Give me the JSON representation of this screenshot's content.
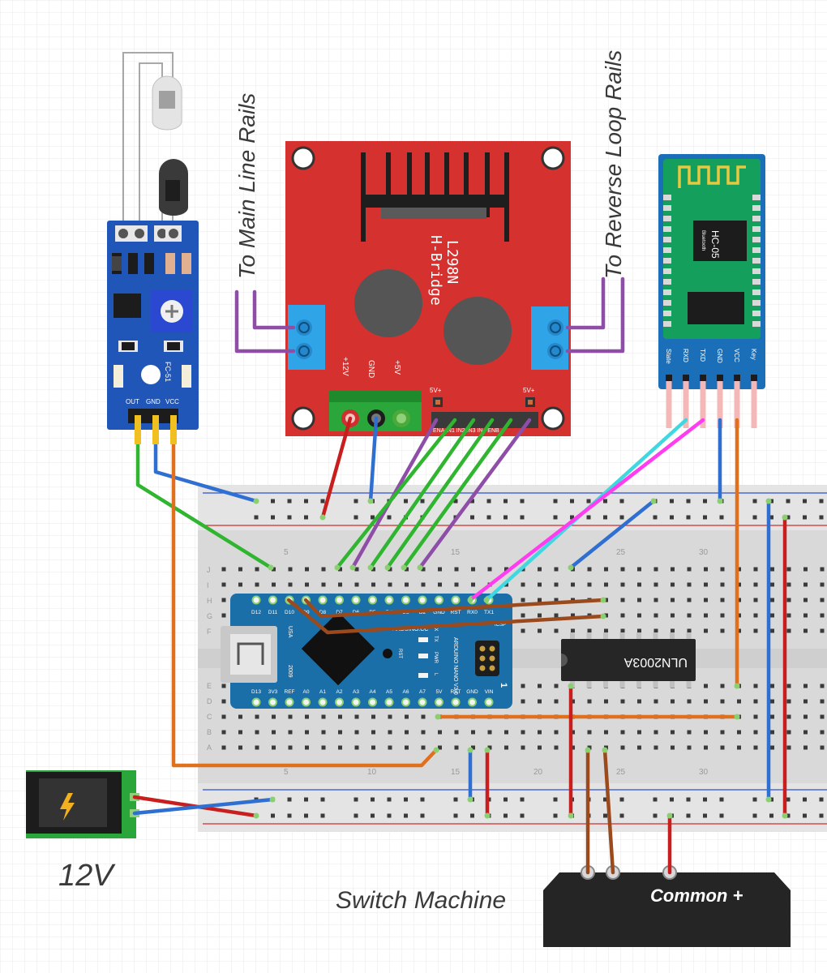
{
  "labels": {
    "main_line_rails": "To Main Line Rails",
    "reverse_loop_rails": "To Reverse Loop Rails",
    "power_supply": "12V",
    "switch_machine": "Switch Machine",
    "common_plus": "Common +"
  },
  "ir_sensor": {
    "model": "FC-51",
    "pin_out": "OUT",
    "pin_gnd": "GND",
    "pin_vcc": "VCC"
  },
  "hbridge": {
    "chip": "L298N",
    "name": "H-Bridge",
    "term_12v": "+12V",
    "term_gnd": "GND",
    "term_5v": "+5V",
    "jumper_a": "5V+",
    "jumper_b": "5V+",
    "pins": "ENA IN1 IN2 IN3 IN4 ENB"
  },
  "bluetooth": {
    "model": "HC-05",
    "sub": "Bluetooth",
    "pins": [
      "State",
      "RXD",
      "TXD",
      "GND",
      "VCC",
      "Key"
    ]
  },
  "arduino": {
    "top_pins": [
      "D12",
      "D11",
      "D10",
      "D9",
      "D8",
      "D7",
      "D6",
      "D5",
      "D4",
      "D3",
      "D2",
      "GND",
      "RST",
      "RX0",
      "TX1"
    ],
    "bottom_pins": [
      "D13",
      "3V3",
      "REF",
      "A0",
      "A1",
      "A2",
      "A3",
      "A4",
      "A5",
      "A6",
      "A7",
      "5V",
      "RST",
      "GND",
      "VIN"
    ],
    "brand": "ARDUINO.CC",
    "model": "ARDUINO NANO V3.0",
    "usa": "USA",
    "year": "2009",
    "rst": "RST",
    "pwr": "PWR",
    "l": "L",
    "icsp": "ICSP",
    "tx": "TX",
    "rx": "RX",
    "one": "1"
  },
  "driver_ic": {
    "name": "ULN2003A"
  },
  "breadboard": {
    "row_letters_top": [
      "J",
      "I",
      "H",
      "G",
      "F"
    ],
    "row_letters_bottom": [
      "E",
      "D",
      "C",
      "B",
      "A"
    ],
    "col_numbers": [
      "5",
      "15",
      "25",
      "30",
      "10",
      "20"
    ]
  },
  "colors": {
    "wire_green": "#2fb52f",
    "wire_red": "#c81e1e",
    "wire_blue": "#2f6fd1",
    "wire_orange": "#e0701c",
    "wire_purple": "#8e4ea8",
    "wire_brown": "#9a4a1c",
    "wire_pink": "#ff3cf0",
    "wire_cyan": "#3fd8e0",
    "hbridge_board": "#d5312f",
    "sensor_board": "#1f56b8",
    "bt_board": "#14a05c",
    "arduino_board": "#1b6fa8"
  }
}
